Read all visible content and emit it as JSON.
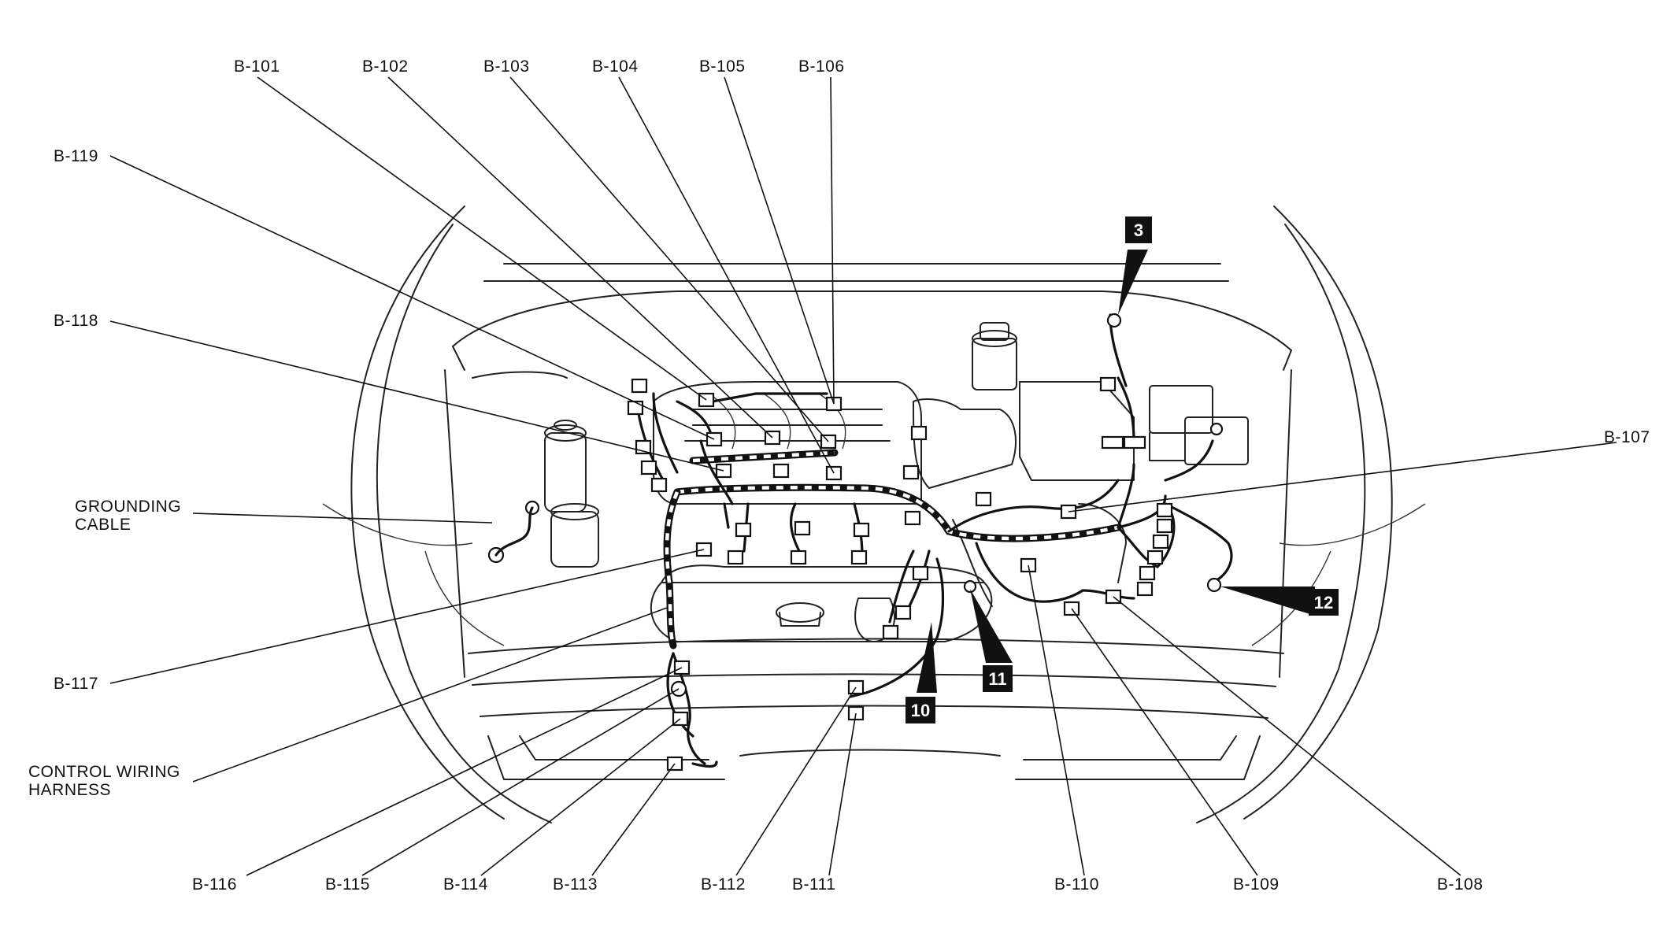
{
  "labels": {
    "b101": "B-101",
    "b102": "B-102",
    "b103": "B-103",
    "b104": "B-104",
    "b105": "B-105",
    "b106": "B-106",
    "b107": "B-107",
    "b108": "B-108",
    "b109": "B-109",
    "b110": "B-110",
    "b111": "B-111",
    "b112": "B-112",
    "b113": "B-113",
    "b114": "B-114",
    "b115": "B-115",
    "b116": "B-116",
    "b117": "B-117",
    "b118": "B-118",
    "b119": "B-119",
    "grounding_cable_line1": "GROUNDING",
    "grounding_cable_line2": "CABLE",
    "control_harness_line1": "CONTROL WIRING",
    "control_harness_line2": "HARNESS"
  },
  "badges": {
    "badge3": "3",
    "badge10": "10",
    "badge11": "11",
    "badge12": "12"
  },
  "colors": {
    "line": "#111111",
    "badge_fill": "#111111",
    "background": "#ffffff"
  }
}
